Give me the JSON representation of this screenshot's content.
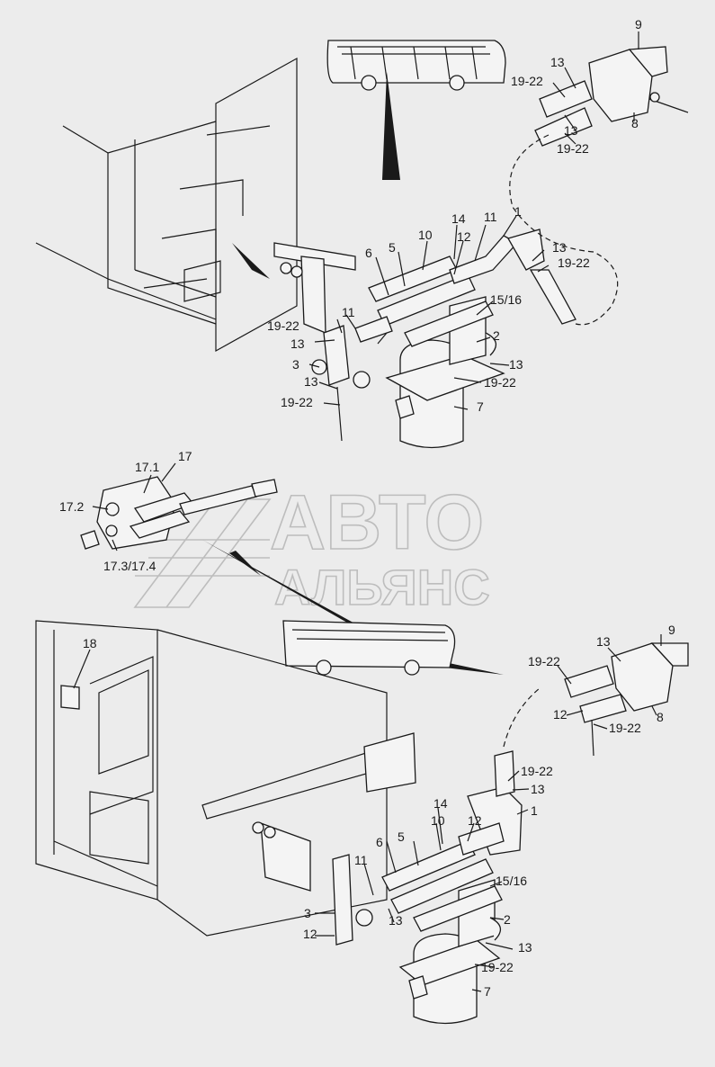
{
  "callouts": [
    {
      "text": "9"
    },
    {
      "text": "13"
    },
    {
      "text": "19-22"
    },
    {
      "text": "13"
    },
    {
      "text": "8"
    },
    {
      "text": "19-22"
    },
    {
      "text": "14"
    },
    {
      "text": "11"
    },
    {
      "text": "1"
    },
    {
      "text": "10"
    },
    {
      "text": "12"
    },
    {
      "text": "5"
    },
    {
      "text": "6"
    },
    {
      "text": "13"
    },
    {
      "text": "19-22"
    },
    {
      "text": "15/16"
    },
    {
      "text": "19-22"
    },
    {
      "text": "11"
    },
    {
      "text": "13"
    },
    {
      "text": "2"
    },
    {
      "text": "3"
    },
    {
      "text": "13"
    },
    {
      "text": "13"
    },
    {
      "text": "19-22"
    },
    {
      "text": "19-22"
    },
    {
      "text": "7"
    },
    {
      "text": "17"
    },
    {
      "text": "17.1"
    },
    {
      "text": "17.2"
    },
    {
      "text": "17.3/17.4"
    },
    {
      "text": "9"
    },
    {
      "text": "13"
    },
    {
      "text": "19-22"
    },
    {
      "text": "12"
    },
    {
      "text": "8"
    },
    {
      "text": "19-22"
    },
    {
      "text": "18"
    },
    {
      "text": "19-22"
    },
    {
      "text": "13"
    },
    {
      "text": "14"
    },
    {
      "text": "1"
    },
    {
      "text": "10"
    },
    {
      "text": "12"
    },
    {
      "text": "5"
    },
    {
      "text": "6"
    },
    {
      "text": "11"
    },
    {
      "text": "15/16"
    },
    {
      "text": "13"
    },
    {
      "text": "3"
    },
    {
      "text": "2"
    },
    {
      "text": "12"
    },
    {
      "text": "13"
    },
    {
      "text": "19-22"
    },
    {
      "text": "7"
    }
  ],
  "watermark": {
    "line1": "АВТО",
    "line2": "АЛЬЯНС"
  }
}
